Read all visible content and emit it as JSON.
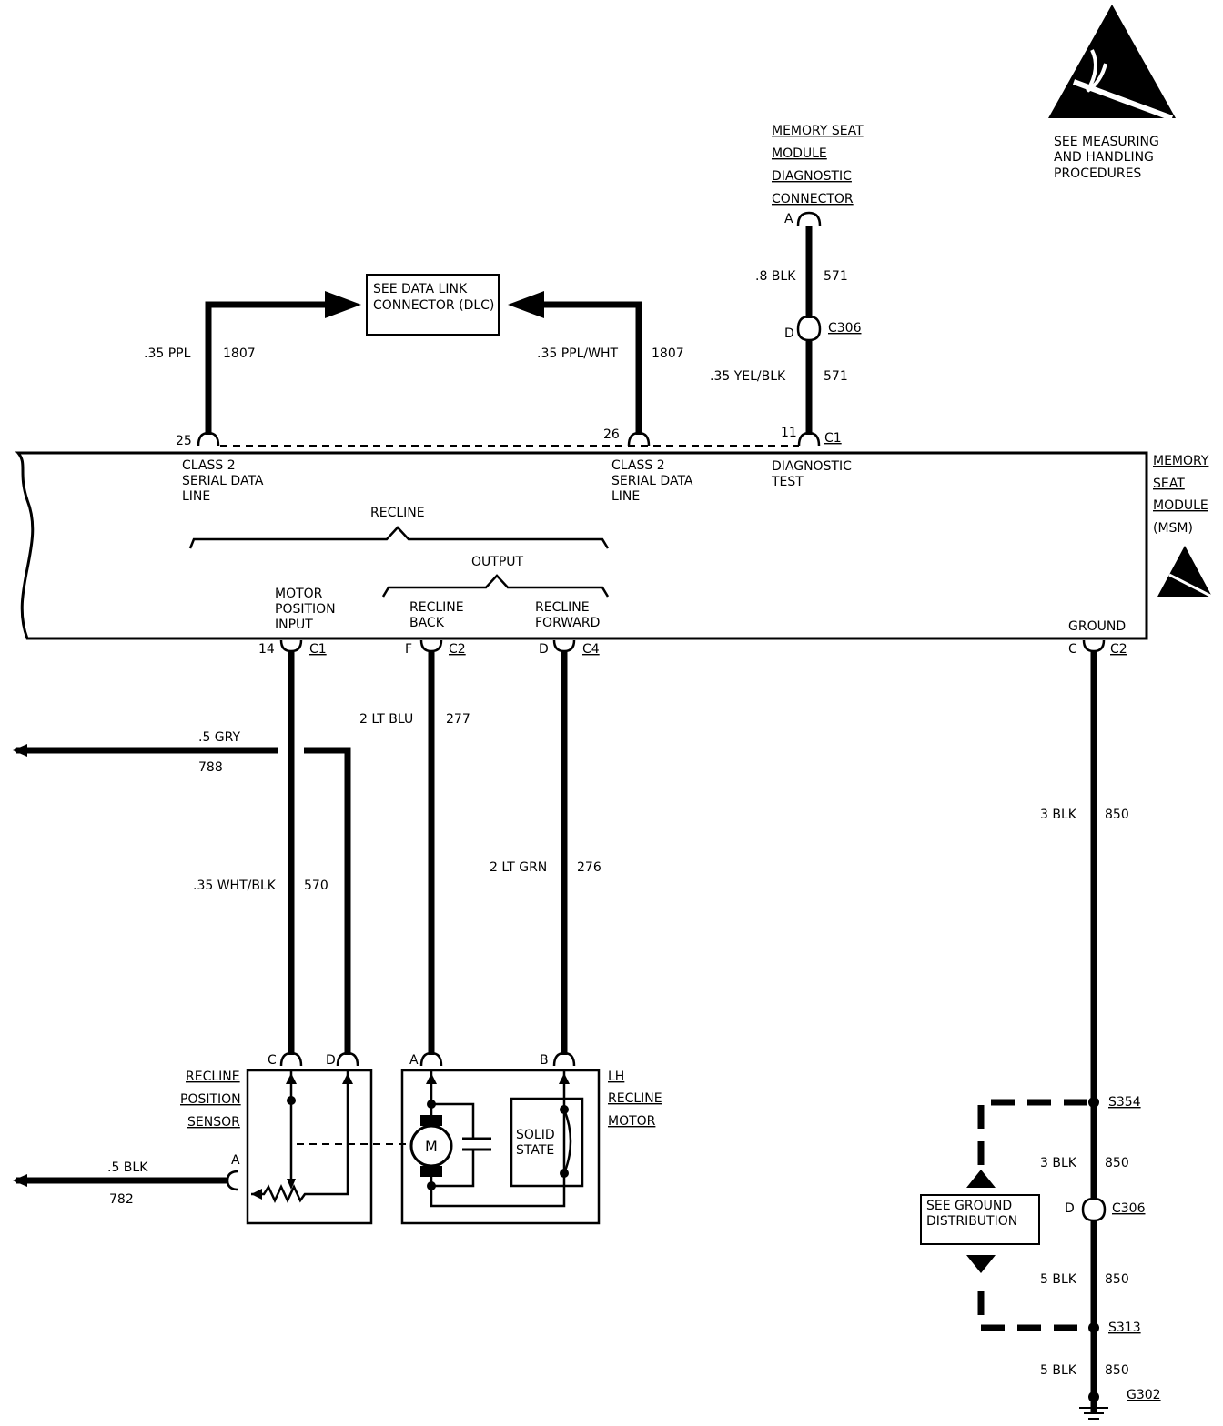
{
  "esd_notice": [
    "SEE MEASURING",
    "AND HANDLING",
    "PROCEDURES"
  ],
  "diag_connector": {
    "label": [
      "MEMORY SEAT",
      "MODULE",
      "DIAGNOSTIC",
      "CONNECTOR"
    ],
    "pin": "A",
    "wire_top": {
      "gauge_color": ".8 BLK",
      "circuit": "571"
    },
    "connector_pin": "D",
    "connector_id": "C306",
    "wire_bottom": {
      "gauge_color": ".35 YEL/BLK",
      "circuit": "571"
    }
  },
  "dlc": {
    "label": [
      "SEE DATA LINK",
      "CONNECTOR (DLC)"
    ]
  },
  "left_data_wire": {
    "gauge_color": ".35 PPL",
    "circuit": "1807"
  },
  "right_data_wire": {
    "gauge_color": ".35 PPL/WHT",
    "circuit": "1807"
  },
  "module": {
    "name": [
      "MEMORY",
      "SEAT",
      "MODULE",
      "(MSM)"
    ],
    "top_pins": {
      "p25": {
        "pin": "25",
        "label": [
          "CLASS 2",
          "SERIAL DATA",
          "LINE"
        ]
      },
      "p26": {
        "pin": "26",
        "label": [
          "CLASS 2",
          "SERIAL DATA",
          "LINE"
        ]
      },
      "p11": {
        "pin": "11",
        "connector": "C1",
        "label": [
          "DIAGNOSTIC",
          "TEST"
        ]
      }
    },
    "recline_group": "RECLINE",
    "output_group": "OUTPUT",
    "bottom_pins": {
      "motor_pos": {
        "label": [
          "MOTOR",
          "POSITION",
          "INPUT"
        ],
        "pin": "14",
        "connector": "C1"
      },
      "back": {
        "label": [
          "RECLINE",
          "BACK"
        ],
        "pin": "F",
        "connector": "C2"
      },
      "forward": {
        "label": [
          "RECLINE",
          "FORWARD"
        ],
        "pin": "D",
        "connector": "C4"
      },
      "ground": {
        "label": "GROUND",
        "pin": "C",
        "connector": "C2"
      }
    }
  },
  "wires": {
    "gry": {
      "gauge_color": ".5 GRY",
      "circuit": "788"
    },
    "wht_blk": {
      "gauge_color": ".35 WHT/BLK",
      "circuit": "570"
    },
    "lt_blu": {
      "gauge_color": "2 LT BLU",
      "circuit": "277"
    },
    "lt_grn": {
      "gauge_color": "2 LT GRN",
      "circuit": "276"
    },
    "blk_782": {
      "gauge_color": ".5 BLK",
      "circuit": "782"
    }
  },
  "sensor": {
    "label": [
      "RECLINE",
      "POSITION",
      "SENSOR"
    ],
    "pin_c": "C",
    "pin_d": "D",
    "pin_a": "A"
  },
  "motor": {
    "label": [
      "LH",
      "RECLINE",
      "MOTOR"
    ],
    "pin_a": "A",
    "pin_b": "B",
    "m": "M",
    "solid_state": [
      "SOLID",
      "STATE"
    ]
  },
  "ground_path": {
    "w1": {
      "gauge_color": "3 BLK",
      "circuit": "850"
    },
    "s354": "S354",
    "w2": {
      "gauge_color": "3 BLK",
      "circuit": "850"
    },
    "c306_pin": "D",
    "c306": "C306",
    "w3": {
      "gauge_color": "5 BLK",
      "circuit": "850"
    },
    "s313": "S313",
    "w4": {
      "gauge_color": "5 BLK",
      "circuit": "850"
    },
    "g302": "G302",
    "ground_dist": [
      "SEE GROUND",
      "DISTRIBUTION"
    ]
  }
}
